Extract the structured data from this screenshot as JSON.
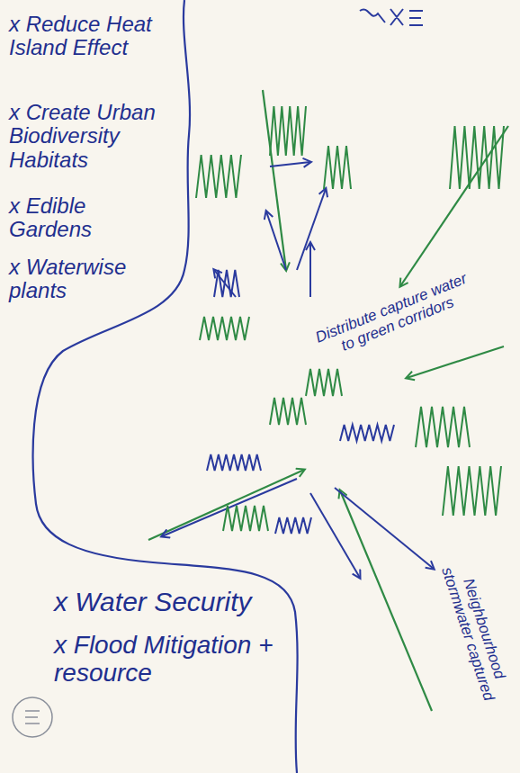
{
  "diagram": {
    "labels": [
      "x Reduce Heat Island Effect",
      "x Create Urban Biodiversity Habitats",
      "x Edible Gardens",
      "x Waterwise plants",
      "x Water Security",
      "x Flood Mitigation + resource",
      "Distribute capture water to green corridors",
      "Neighbourhood stormwater captured"
    ]
  }
}
